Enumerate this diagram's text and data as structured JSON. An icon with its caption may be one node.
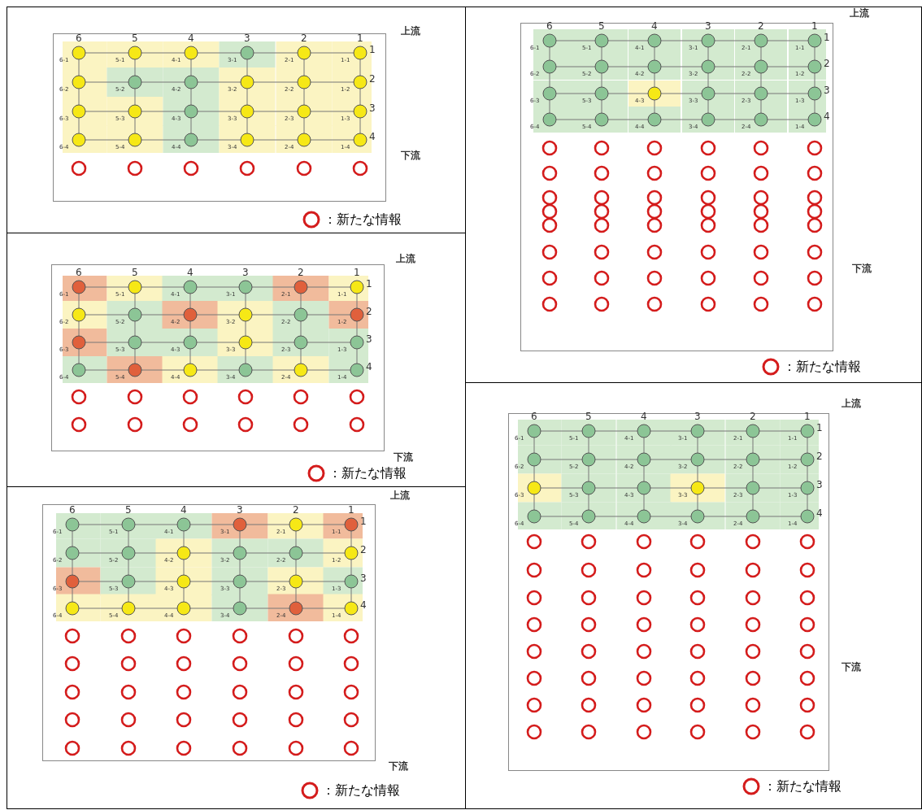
{
  "diagram": {
    "labels": [
      "上流",
      "6",
      "5",
      "4",
      "3",
      "2",
      "1",
      "1",
      "6-1",
      "5-1",
      "4-1",
      "3-1",
      "2-1",
      "1-1",
      "2",
      "6-2",
      "5-2",
      "4-2",
      "3-2",
      "2-2",
      "1-2",
      "3",
      "6-3",
      "5-3",
      "4-3",
      "3-3",
      "2-3",
      "1-3",
      "4",
      "6-4",
      "5-4",
      "4-4",
      "3-4",
      "2-4",
      "1-4",
      "下流",
      "上流",
      "6",
      "5",
      "4",
      "3",
      "2",
      "1",
      "1",
      "6-1",
      "5-1",
      "4-1",
      "3-1",
      "2-1",
      "1-1",
      "2",
      "6-2",
      "5-2",
      "4-2",
      "3-2",
      "2-2",
      "1-2",
      "3",
      "6-3",
      "5-3",
      "4-3",
      "3-3",
      "2-3",
      "1-3",
      "4",
      "6-4",
      "5-4",
      "4-4",
      "3-4",
      "2-4",
      "1-4",
      "下流",
      "上流",
      "6",
      "5",
      "4",
      "3",
      "2",
      "1",
      "1",
      "6-1",
      "5-1",
      "4-1",
      "3-1",
      "2-1",
      "1-1",
      "2",
      "6-2",
      "5-2",
      "4-2",
      "3-2",
      "2-2",
      "1-2",
      "3",
      "6-3",
      "5-3",
      "4-3",
      "3-3",
      "2-3",
      "1-3",
      "4",
      "6-4",
      "5-4",
      "4-4",
      "3-4",
      "2-4",
      "1-4",
      "下流",
      "上流",
      "6",
      "5",
      "4",
      "3",
      "2",
      "1",
      "1",
      "6-1",
      "5-1",
      "4-1",
      "3-1",
      "2-1",
      "1-1",
      "2",
      "6-2",
      "5-2",
      "4-2",
      "3-2",
      "2-2",
      "1-2",
      "3",
      "6-3",
      "5-3",
      "4-3",
      "3-3",
      "2-3",
      "1-3",
      "4",
      "6-4",
      "5-4",
      "4-4",
      "3-4",
      "2-4",
      "1-4",
      "下流",
      "上流",
      "6",
      "5",
      "4",
      "3",
      "2",
      "1",
      "1",
      "6-1",
      "5-1",
      "4-1",
      "3-1",
      "2-1",
      "1-1",
      "2",
      "6-2",
      "5-2",
      "4-2",
      "3-2",
      "2-2",
      "1-2",
      "3",
      "6-3",
      "5-3",
      "4-3",
      "3-3",
      "2-3",
      "1-3",
      "4",
      "6-4",
      "5-4",
      "4-4",
      "3-4",
      "2-4",
      "1-4",
      "下流"
    ],
    "legend": [
      {
        "text": "：新たな情報"
      },
      {
        "text": "：新たな情報"
      },
      {
        "text": "：新たな情報"
      },
      {
        "text": "：新たな情報"
      },
      {
        "text": "：新たな情報"
      }
    ]
  }
}
